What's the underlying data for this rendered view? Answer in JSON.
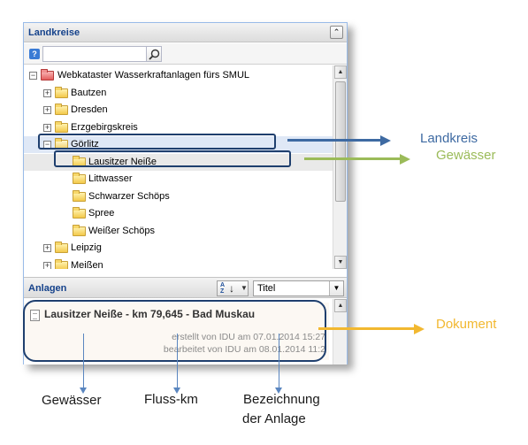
{
  "panel": {
    "title": "Landkreise",
    "collapse_icon": "double-chevron-up-icon",
    "search_placeholder": "",
    "help_icon": "?"
  },
  "tree": {
    "root": "Webkataster Wasserkraftanlagen fürs SMUL",
    "items": [
      {
        "label": "Bautzen",
        "expanded": false
      },
      {
        "label": "Dresden",
        "expanded": false
      },
      {
        "label": "Erzgebirgskreis",
        "expanded": false
      },
      {
        "label": "Görlitz",
        "expanded": true,
        "selected": true
      },
      {
        "label": "Lausitzer Neiße",
        "child": true,
        "hover": true
      },
      {
        "label": "Littwasser",
        "child": true
      },
      {
        "label": "Schwarzer Schöps",
        "child": true
      },
      {
        "label": "Spree",
        "child": true
      },
      {
        "label": "Weißer Schöps",
        "child": true
      },
      {
        "label": "Leipzig",
        "expanded": false
      },
      {
        "label": "Meißen",
        "expanded": false
      }
    ]
  },
  "anlagen": {
    "title": "Anlagen",
    "sort_label": "A Z",
    "sort_field": "Titel"
  },
  "document": {
    "title": "Lausitzer Neiße - km 79,645 - Bad Muskau",
    "created": "erstellt von IDU am 07.01.2014 15:27",
    "edited": "bearbeitet von IDU am 08.01.2014 11:2"
  },
  "callouts": {
    "landkreis": "Landkreis",
    "gewaesser": "Gewässer",
    "dokument": "Dokument"
  },
  "captions": {
    "gewaesser": "Gewässer",
    "fluss_km": "Fluss-km",
    "bezeichnung_line1": "Bezeichnung",
    "bezeichnung_line2": "der Anlage"
  },
  "colors": {
    "landkreis_arrow": "#3e6aa2",
    "gewaesser_arrow": "#9bbb59",
    "dokument_arrow": "#f2b830",
    "frame": "#1f3f6e"
  }
}
